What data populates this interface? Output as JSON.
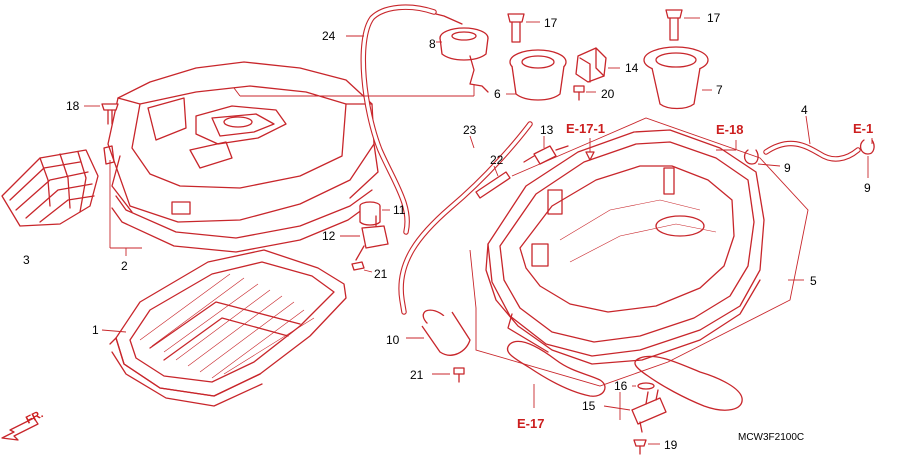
{
  "diagram": {
    "drawing_code": "MCW3F2100C",
    "front_arrow_label": "FR.",
    "part_numbers": [
      "1",
      "2",
      "3",
      "4",
      "5",
      "6",
      "7",
      "8",
      "9",
      "9",
      "10",
      "11",
      "12",
      "13",
      "14",
      "15",
      "16",
      "17",
      "17",
      "18",
      "19",
      "20",
      "21",
      "21",
      "22",
      "23",
      "24"
    ],
    "references": [
      "E-1",
      "E-17",
      "E-17-1",
      "E-18"
    ],
    "colors": {
      "line": "#c8262b",
      "reference_text": "#cc1f1f",
      "label_text": "#000000",
      "background": "#ffffff"
    }
  }
}
